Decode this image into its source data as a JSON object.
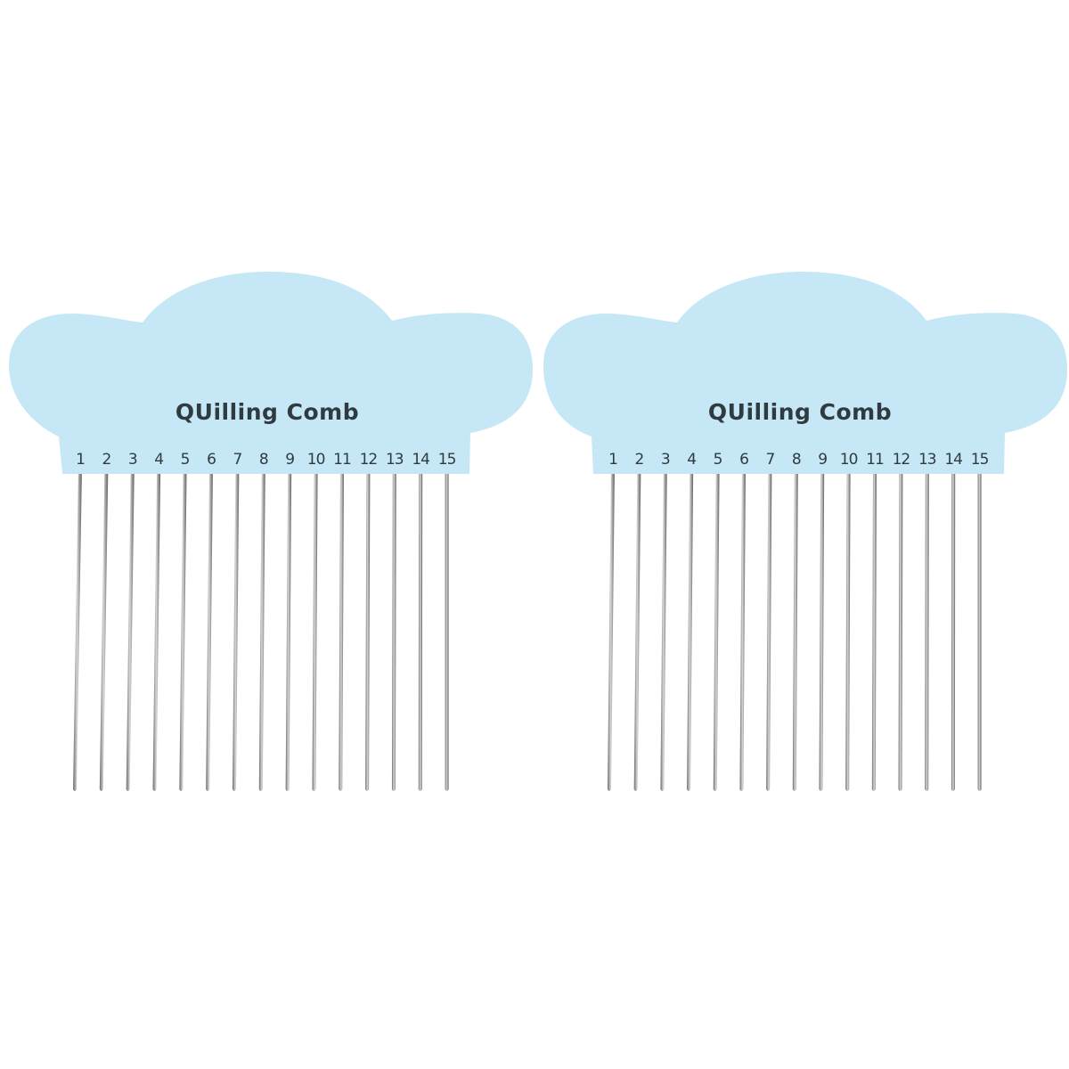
{
  "scene": {
    "description": "Two identical light-blue cloud-shaped quilling combs with 15 steel tines each on a white background",
    "background_color": "#ffffff",
    "comb_color": "#c6e8f6",
    "tine_color": "#8a8a8a",
    "text_color": "#2f3b40"
  },
  "combs": [
    {
      "title": "QUilling Comb",
      "tine_numbers": [
        "1",
        "2",
        "3",
        "4",
        "5",
        "6",
        "7",
        "8",
        "9",
        "10",
        "11",
        "12",
        "13",
        "14",
        "15"
      ]
    },
    {
      "title": "QUilling Comb",
      "tine_numbers": [
        "1",
        "2",
        "3",
        "4",
        "5",
        "6",
        "7",
        "8",
        "9",
        "10",
        "11",
        "12",
        "13",
        "14",
        "15"
      ]
    }
  ]
}
